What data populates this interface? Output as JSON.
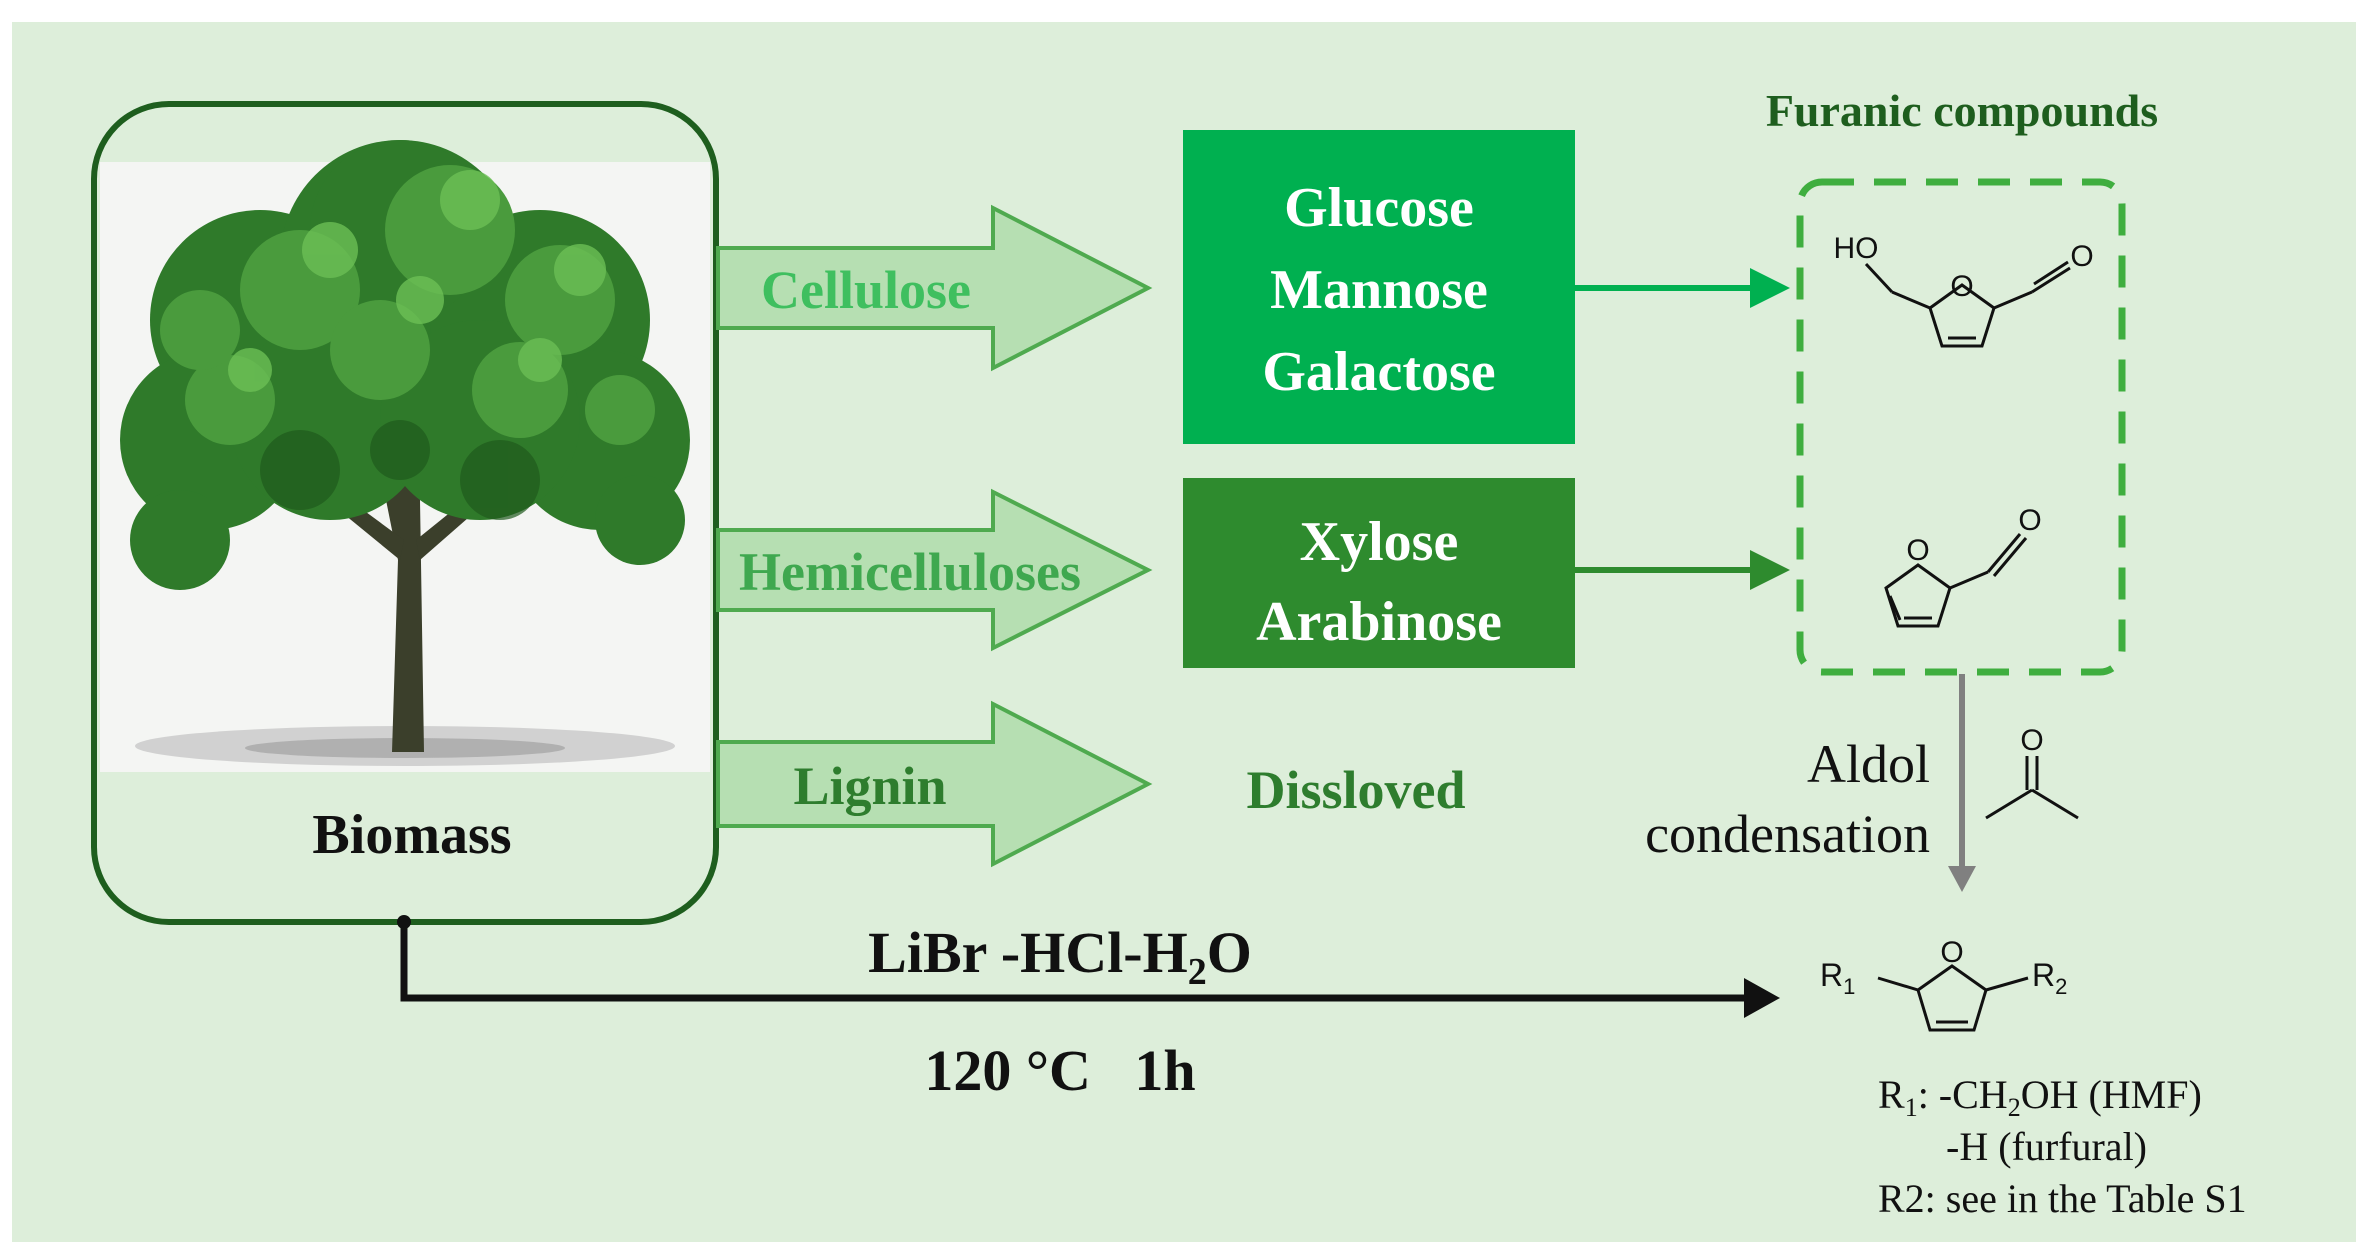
{
  "colors": {
    "background": "#ddeeda",
    "dark_green": "#1e6b1e",
    "bright_green": "#00b050",
    "mid_green": "#2e8b2e",
    "arrow_fill": "#b6dfb2",
    "arrow_stroke": "#4faa4f",
    "gray_arrow": "#808080",
    "black": "#111111"
  },
  "biomass": {
    "label": "Biomass",
    "image": "tree"
  },
  "fractions": [
    {
      "label": "Cellulose"
    },
    {
      "label": "Hemicelluloses"
    },
    {
      "label": "Lignin"
    }
  ],
  "sugars": {
    "cellulose_box": [
      "Glucose",
      "Mannose",
      "Galactose"
    ],
    "hemicellulose_box": [
      "Xylose",
      "Arabinose"
    ],
    "lignin_result": "Dissloved"
  },
  "furanics": {
    "title": "Furanic compounds",
    "hmf_atoms": {
      "hydroxyl": "HO",
      "ring_o": "O",
      "aldehyde_o": "O"
    },
    "furfural_atoms": {
      "ring_o": "O",
      "aldehyde_o": "O"
    }
  },
  "aldol": {
    "line1": "Aldol",
    "line2": "condensation",
    "acetone_o": "O"
  },
  "product": {
    "r1": "R",
    "r1_sub": "1",
    "r2": "R",
    "r2_sub": "2",
    "ring_o": "O",
    "legend_line1_prefix": "R",
    "legend_line1_sub": "1",
    "legend_line1_a": ": -CH",
    "legend_line1_sub2": "2",
    "legend_line1_b": "OH (HMF)",
    "legend_line2": "-H (furfural)",
    "legend_line3": "R2: see in the Table S1"
  },
  "conditions": {
    "solvent_a": "LiBr -HCl-H",
    "solvent_sub": "2",
    "solvent_b": "O",
    "temp_time": "120 °C   1h"
  }
}
